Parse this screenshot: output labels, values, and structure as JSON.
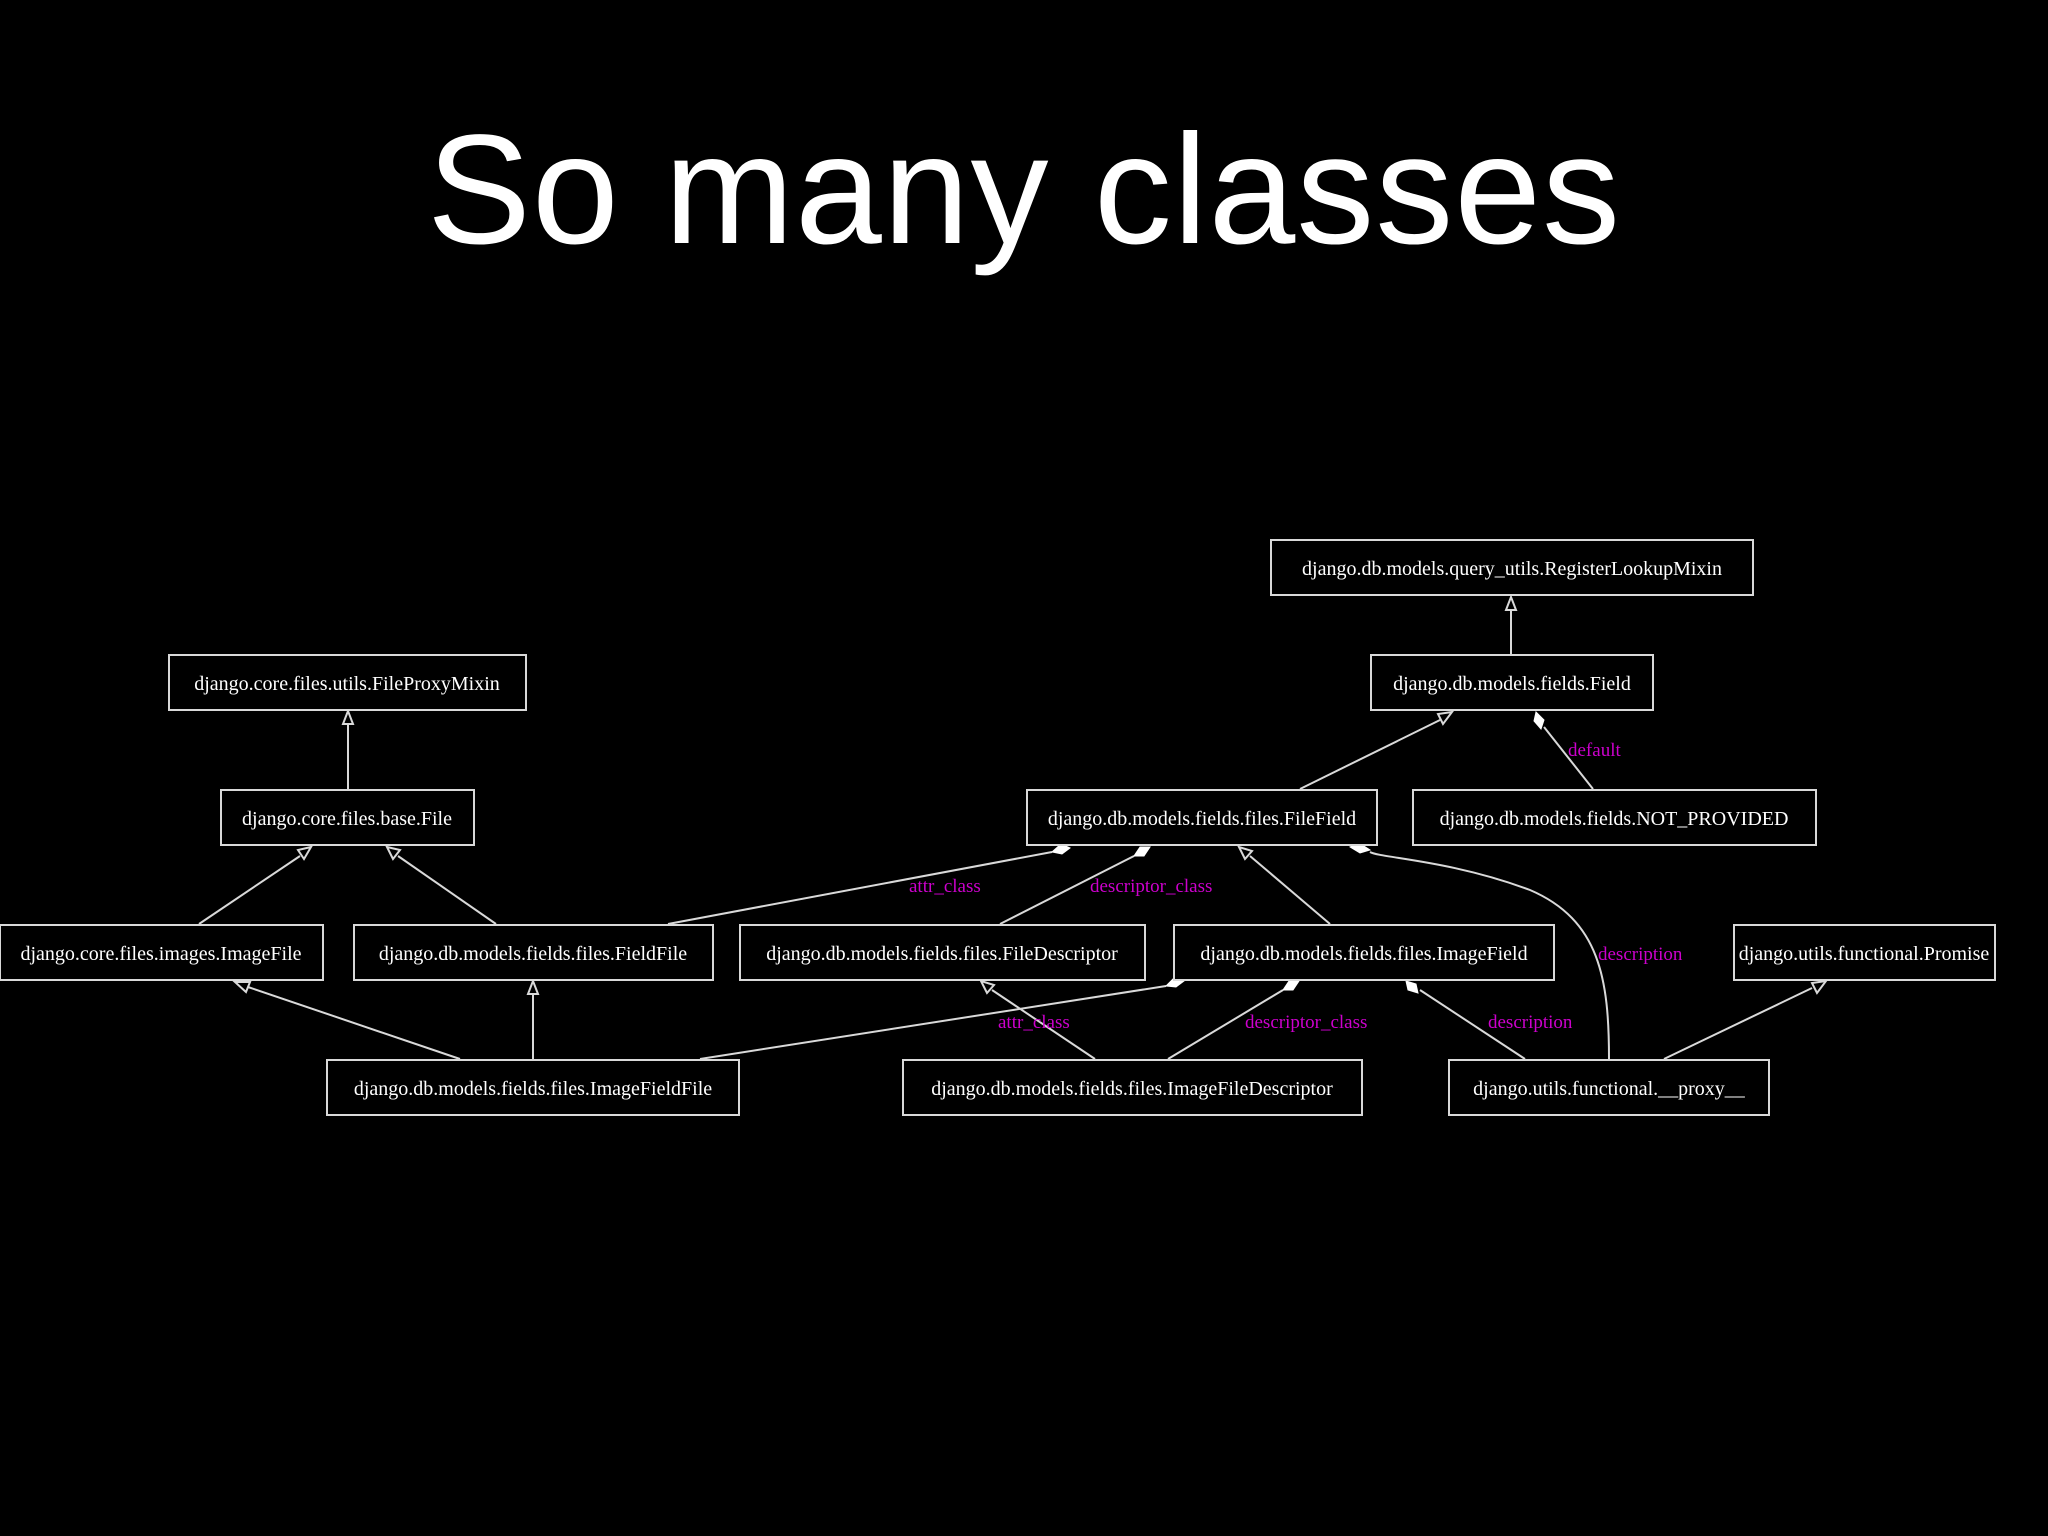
{
  "slide": {
    "title": "So many classes"
  },
  "colors": {
    "background": "#000000",
    "title": "#ffffff",
    "node_border": "#d9d9d9",
    "node_text": "#ffffff",
    "edge_label": "#cc00cc"
  },
  "diagram": {
    "nodes": {
      "register_lookup_mixin": "django.db.models.query_utils.RegisterLookupMixin",
      "file_proxy_mixin": "django.core.files.utils.FileProxyMixin",
      "field": "django.db.models.fields.Field",
      "base_file": "django.core.files.base.File",
      "file_field": "django.db.models.fields.files.FileField",
      "not_provided": "django.db.models.fields.NOT_PROVIDED",
      "image_file": "django.core.files.images.ImageFile",
      "field_file": "django.db.models.fields.files.FieldFile",
      "file_descriptor": "django.db.models.fields.files.FileDescriptor",
      "image_field": "django.db.models.fields.files.ImageField",
      "promise": "django.utils.functional.Promise",
      "image_field_file": "django.db.models.fields.files.ImageFieldFile",
      "image_file_descriptor": "django.db.models.fields.files.ImageFileDescriptor",
      "proxy": "django.utils.functional.__proxy__"
    },
    "edge_labels": {
      "default": "default",
      "file_field_attr_class": "attr_class",
      "file_field_descriptor_class": "descriptor_class",
      "file_field_description": "description",
      "image_field_attr_class": "attr_class",
      "image_field_descriptor_class": "descriptor_class",
      "image_field_description": "description"
    }
  }
}
